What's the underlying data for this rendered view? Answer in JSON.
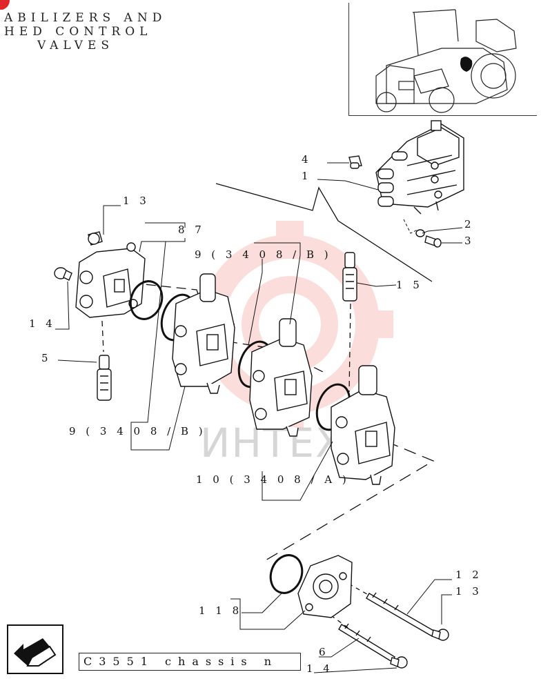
{
  "title": {
    "line1": "ABILIZERS AND",
    "line2": "HED CONTROL",
    "line3": "VALVES"
  },
  "watermark": {
    "text": "ИНТЕХ",
    "color": "#e8392f"
  },
  "callouts": {
    "c4": "4",
    "c1": "1",
    "c2": "2",
    "c3": "3",
    "c13a": "1 3",
    "c8_7": "8 7",
    "c9a": "9 ( 3 4 0 8 / B )",
    "c15": "1 5",
    "c14a": "1 4",
    "c5": "5",
    "c9b": "9 ( 3 4 0 8 / B )",
    "c10": "1 0 ( 3 4 0 8 / A )",
    "c12": "1 2",
    "c13b": "1 3",
    "c11_8": "1 1 8",
    "c6": "6",
    "c14b": "1 4"
  },
  "footer": {
    "code": "C3551 chassis n",
    "nav_icon": "arrow-icon"
  },
  "colors": {
    "ink": "#111111",
    "corner_badge": "#e0262b"
  }
}
